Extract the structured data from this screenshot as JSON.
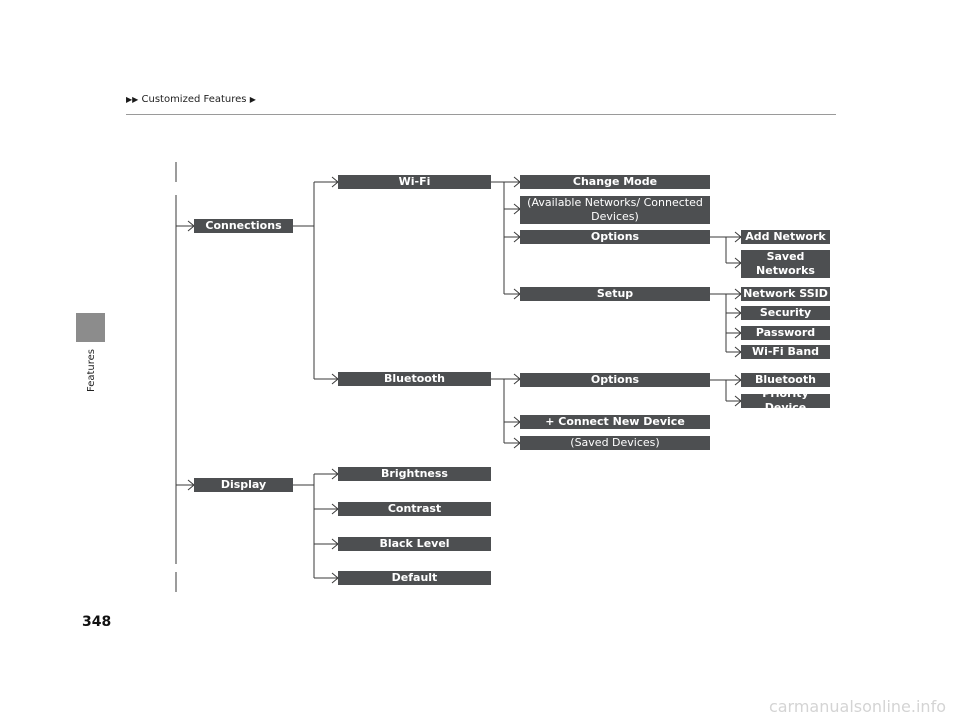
{
  "header": {
    "breadcrumb": "Customized Features"
  },
  "sidebar": {
    "label": "Features"
  },
  "page_number": "348",
  "watermark": "carmanualsonline.info",
  "tree": {
    "connections": "Connections",
    "display": "Display",
    "wifi": "Wi-Fi",
    "change_mode": "Change Mode",
    "available_networks": "(Available Networks/ Connected Devices)",
    "wifi_options": "Options",
    "add_network": "Add Network",
    "saved_networks": "Saved Networks",
    "setup": "Setup",
    "network_ssid": "Network SSID",
    "security": "Security",
    "password": "Password",
    "wifi_band": "Wi-Fi Band",
    "bluetooth": "Bluetooth",
    "bt_options": "Options",
    "bt_bluetooth": "Bluetooth",
    "priority_device": "Priority Device",
    "connect_new_device": "+ Connect New Device",
    "saved_devices": "(Saved Devices)",
    "brightness": "Brightness",
    "contrast": "Contrast",
    "black_level": "Black Level",
    "default": "Default"
  }
}
